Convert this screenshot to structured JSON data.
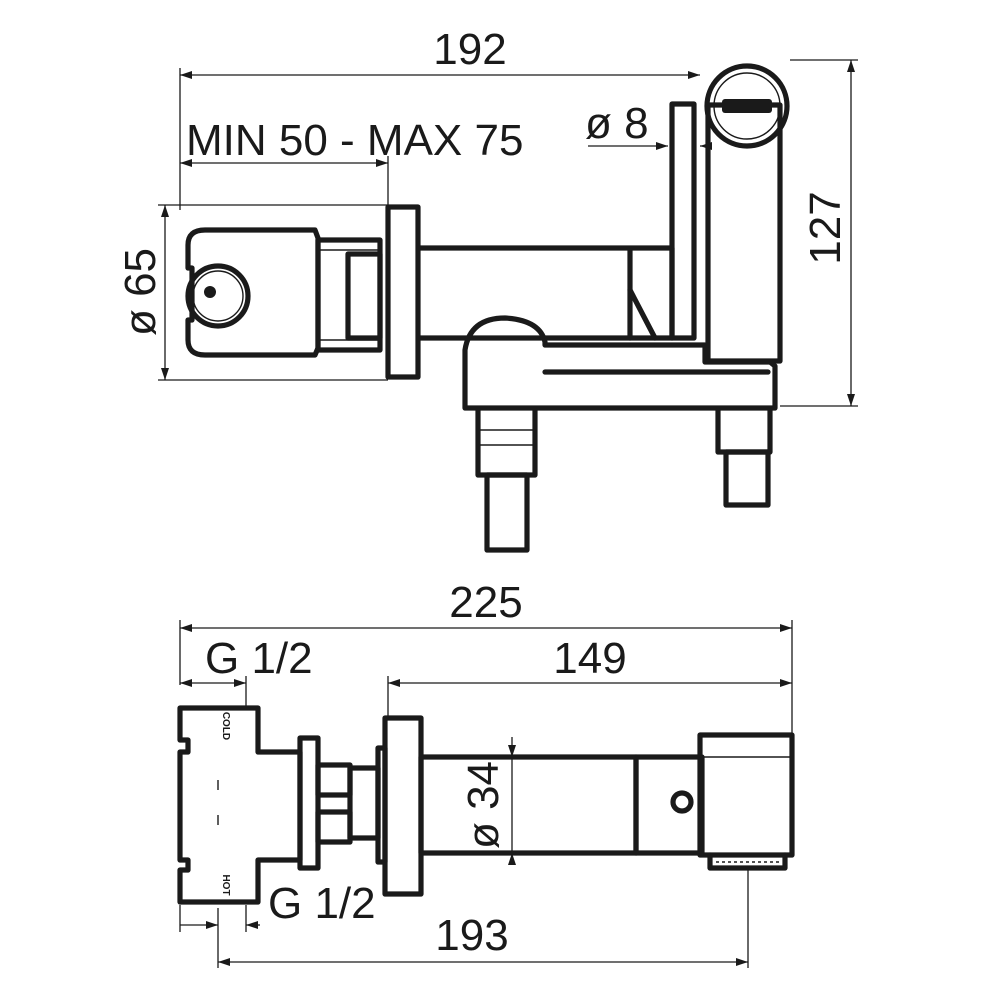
{
  "top_view": {
    "dim_total_width": "192",
    "dim_wall_range": "MIN  50 - MAX 75",
    "dim_hose_diameter": "ø 8",
    "dim_height": "127",
    "dim_plate_diameter": "ø 65"
  },
  "bottom_view": {
    "dim_total_length": "225",
    "dim_inlet_top": "G 1/2",
    "dim_body_length": "149",
    "dim_body_diameter": "ø 34",
    "dim_inlet_bottom": "G 1/2",
    "dim_spout_offset": "193",
    "label_cold": "COLD",
    "label_hot": "HOT"
  }
}
